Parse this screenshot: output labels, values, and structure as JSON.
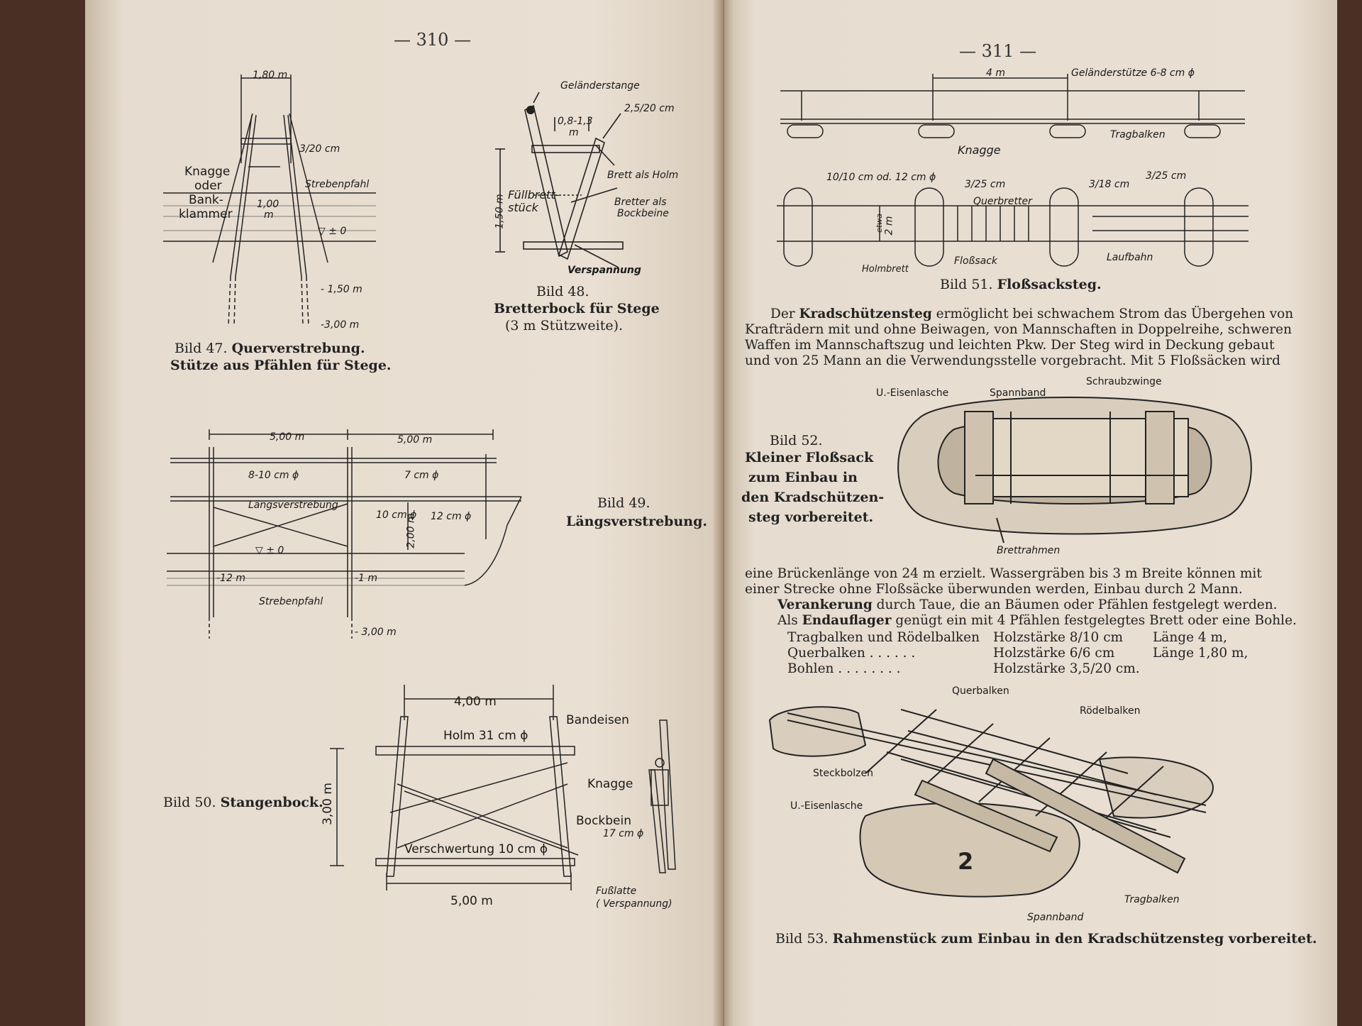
{
  "left_page": {
    "page_number": "— 310 —",
    "fig47": {
      "caption_num": "Bild 47.",
      "caption_title": "Querverstrebung.",
      "caption_sub": "Stütze aus Pfählen für Stege.",
      "labels": {
        "width": "1,80 m",
        "knagge": "Knagge",
        "oder": "oder",
        "bank": "Bank-",
        "klammer": "klammer",
        "dim_small": "3/20 cm",
        "strebenpfahl": "Strebenpfahl",
        "dim_100": "1,00",
        "dim_m": "m",
        "water": "▽ ± 0",
        "depth1": "- 1,50 m",
        "depth2": "-3,00 m"
      }
    },
    "fig48": {
      "caption_num": "Bild 48.",
      "caption_title": "Bretterbock für Stege",
      "caption_sub": "(3 m Stützweite).",
      "labels": {
        "gelaenderstange": "Geländerstange",
        "dim_08": "0,8-1,3",
        "dim_m": "m",
        "dim_board": "2,5/20 cm",
        "brett_holm": "Brett als Holm",
        "fuellbrett": "Füllbrett-",
        "stueck": "stück",
        "height": "1,50 m",
        "bretter_bock1": "Bretter als",
        "bretter_bock2": "Bockbeine",
        "verspannung": "Verspannung"
      }
    },
    "fig49": {
      "caption_num": "Bild 49.",
      "caption_title": "Längsverstrebung.",
      "labels": {
        "span1": "5,00 m",
        "span2": "5,00 m",
        "d1": "8-10 cm ϕ",
        "d2": "7 cm ϕ",
        "laengs": "Längsverstrebung",
        "d3": "10 cm ϕ",
        "d4": "12 cm ϕ",
        "height": "2,00 m",
        "water": "▽ ± 0",
        "m12": "-12 m",
        "m1": "-1 m",
        "strebenpfahl": "Strebenpfahl",
        "deep": "- 3,00 m"
      }
    },
    "fig50": {
      "caption_num": "Bild 50.",
      "caption_title": "Stangenbock.",
      "labels": {
        "top_span": "4,00 m",
        "holm": "Holm 31 cm ϕ",
        "bandeisen": "Bandeisen",
        "knagge": "Knagge",
        "height": "3,00 m",
        "bockbein": "Bockbein",
        "bockbein_dim": "17 cm ϕ",
        "verschwertung": "Verschwertung 10 cm ϕ",
        "bottom_span": "5,00 m",
        "fusslatte": "Fußlatte",
        "verspannung": "( Verspannung)"
      }
    }
  },
  "right_page": {
    "page_number": "— 311 —",
    "fig51": {
      "caption_num": "Bild 51.",
      "caption_title": "Floßsacksteg.",
      "labels": {
        "span": "4 m",
        "gelaender": "Geländerstütze 6-8 cm ϕ",
        "knagge": "Knagge",
        "tragbalken": "Tragbalken",
        "dim1": "10/10 cm od. 12 cm ϕ",
        "dim2": "3/25 cm",
        "dim3": "3/18 cm",
        "dim4": "3/25 cm",
        "querbretter": "Querbretter",
        "etwa": "etwa",
        "two_m": "2 m",
        "holmbrett": "Holmbrett",
        "flosssack": "Floßsack",
        "laufbahn": "Laufbahn"
      }
    },
    "para1": [
      "Der Kradschützensteg ermöglicht bei schwachem Strom das Übergehen von",
      "Krafträdern mit und ohne Beiwagen, von Mannschaften in Doppelreihe, schweren",
      "Waffen im Mannschaftszug und leichten Pkw. Der Steg wird in Deckung gebaut",
      "und von 25 Mann an die Verwendungsstelle vorgebracht. Mit 5 Floßsäcken wird"
    ],
    "para1_bold_word": "Kradschützensteg",
    "fig52": {
      "caption_num": "Bild 52.",
      "caption_lines": [
        "Kleiner Floßsack",
        "zum Einbau in",
        "den Kradschützen-",
        "steg vorbereitet."
      ],
      "labels": {
        "u_eisen": "U.-Eisenlasche",
        "spannband": "Spannband",
        "schraubzwinge": "Schraubzwinge",
        "brettrahmen": "Brettrahmen"
      }
    },
    "para2": [
      "eine Brückenlänge von 24 m erzielt. Wassergräben bis 3 m Breite können mit",
      "einer Strecke ohne Floßsäcke überwunden werden, Einbau durch 2 Mann."
    ],
    "para3_bold": "Verankerung",
    "para3_rest": " durch Taue, die an Bäumen oder Pfählen festgelegt werden.",
    "para4_pre": "Als ",
    "para4_bold": "Endauflager",
    "para4_rest": " genügt ein mit 4 Pfählen festgelegtes Brett oder eine Bohle.",
    "table": [
      {
        "name": "Tragbalken und Rödelbalken",
        "staerke": "Holzstärke 8/10 cm",
        "laenge": "Länge 4 m,"
      },
      {
        "name": "Querbalken . . . . . .",
        "staerke": "Holzstärke 6/6 cm",
        "laenge": "Länge 1,80 m,"
      },
      {
        "name": "Bohlen . . . . . . . .",
        "staerke": "Holzstärke 3,5/20 cm.",
        "laenge": ""
      }
    ],
    "fig53": {
      "caption_num": "Bild 53.",
      "caption_title": "Rahmenstück zum Einbau in den Kradschützensteg vorbereitet.",
      "labels": {
        "querbalken": "Querbalken",
        "roedelbalken": "Rödelbalken",
        "steckbolzen": "Steckbolzen",
        "u_eisen": "U.-Eisenlasche",
        "tragbalken": "Tragbalken",
        "spannband": "Spannband",
        "num": "2"
      }
    }
  }
}
